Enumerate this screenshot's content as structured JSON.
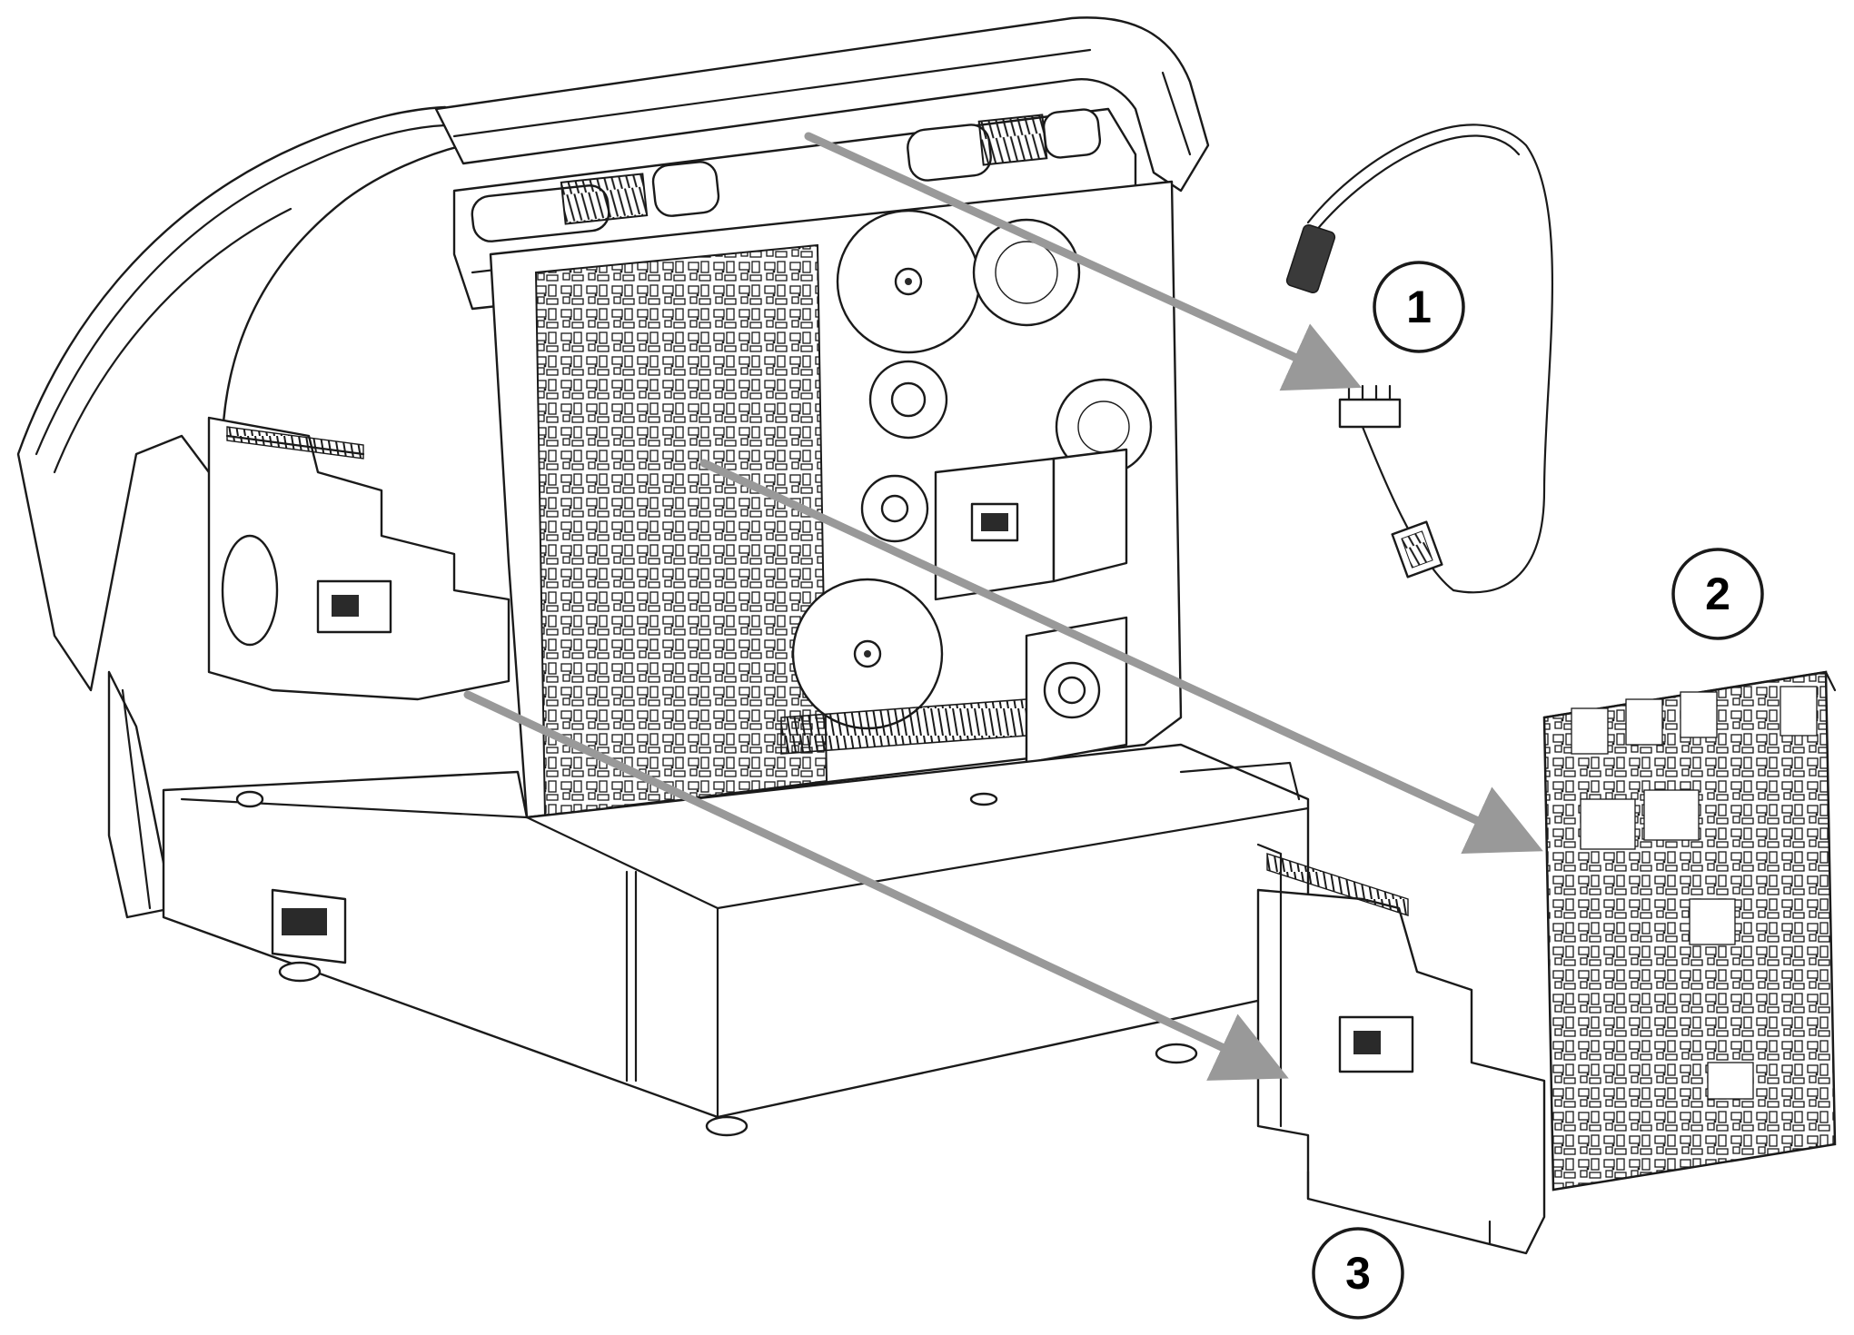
{
  "figure": {
    "colors": {
      "line": "#1a1a1a",
      "arrow": "#999999",
      "background": "#ffffff"
    },
    "callouts": [
      {
        "id": "1",
        "label": "1",
        "part": "wire-harness"
      },
      {
        "id": "2",
        "label": "2",
        "part": "main-board"
      },
      {
        "id": "3",
        "label": "3",
        "part": "side-board"
      }
    ]
  }
}
